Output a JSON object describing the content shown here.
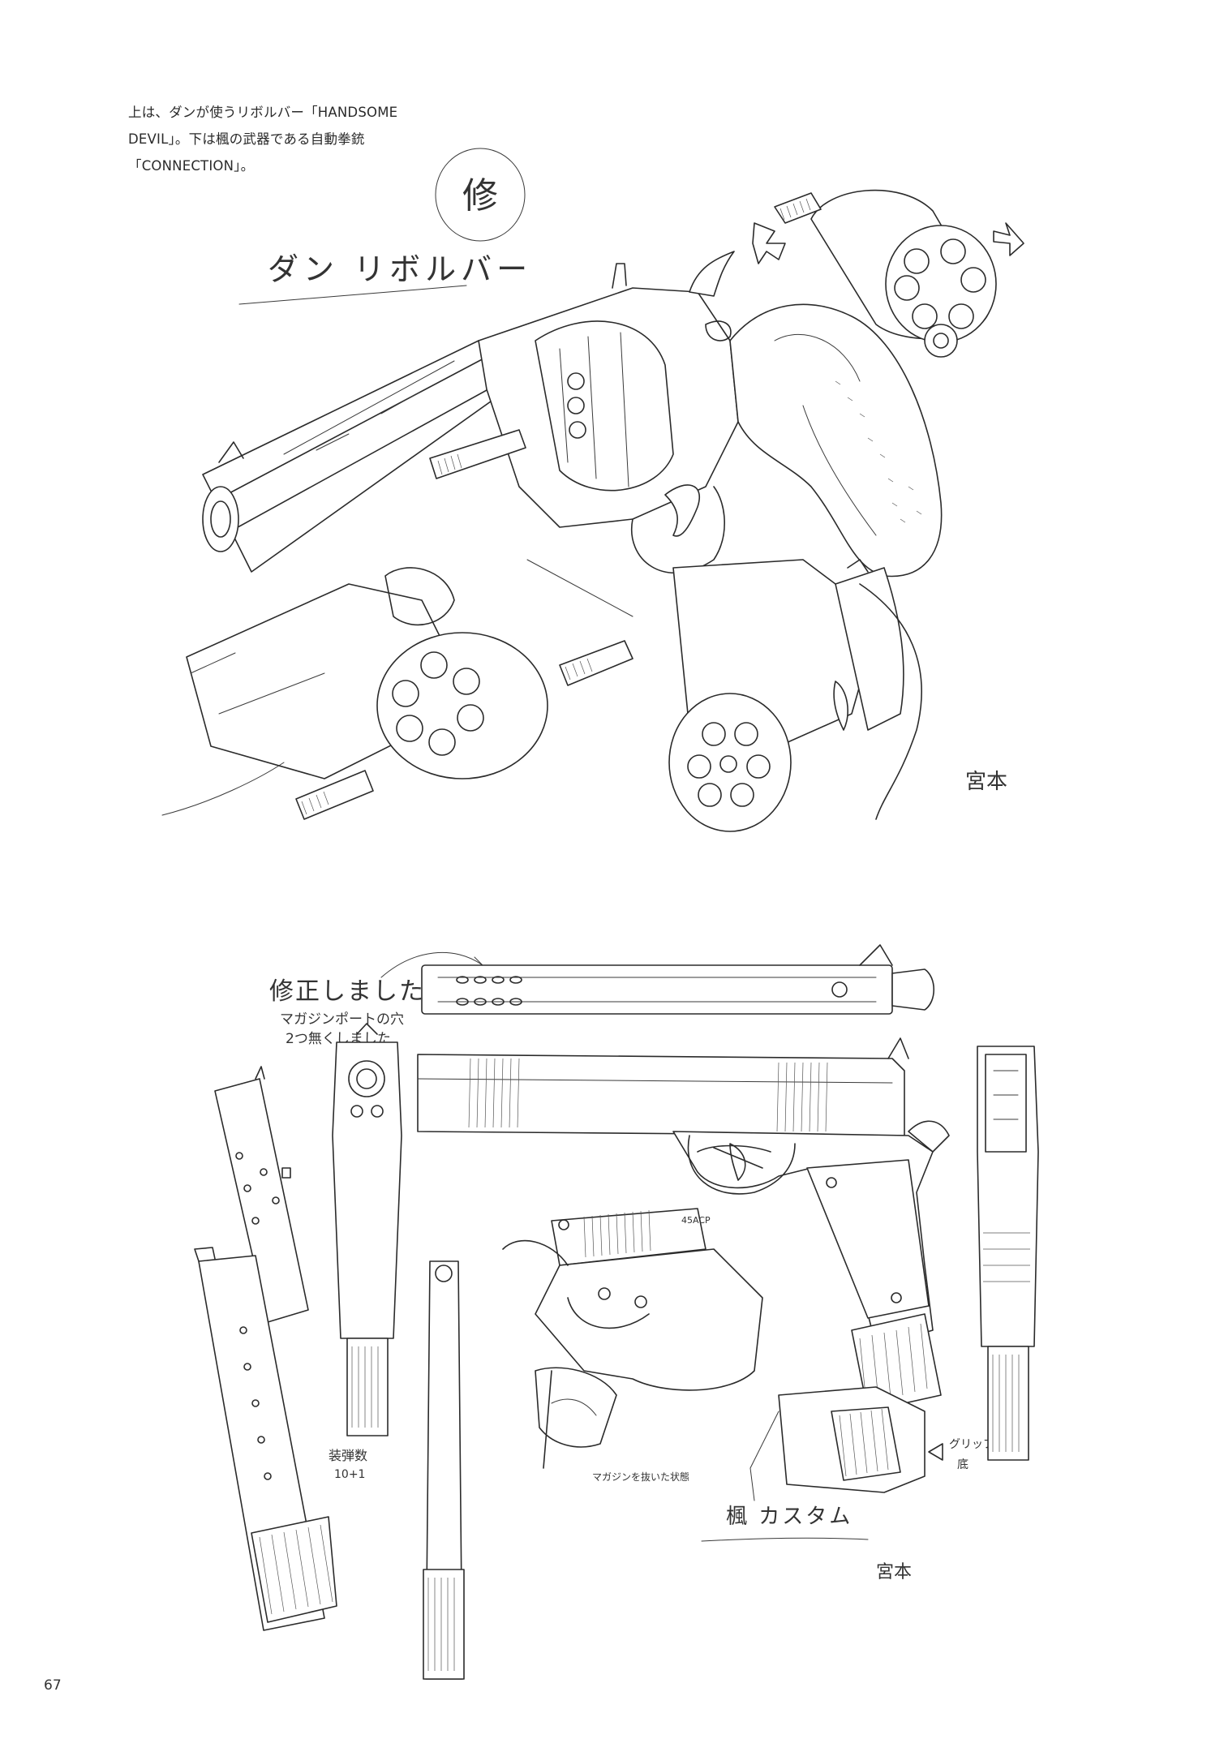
{
  "caption": {
    "line1": "上は、ダンが使うリボルバー「HANDSOME",
    "line2": "DEVIL」。下は楓の武器である自動拳銃",
    "line3": "「CONNECTION」。"
  },
  "annotations": {
    "revolver_stamp": "修",
    "revolver_title": "ダン リボルバー",
    "revolver_signature": "宮本",
    "pistol_note_1": "修正しました",
    "pistol_note_2": "マガジンポートの穴",
    "pistol_note_3": "2つ無くしました",
    "magazine_capacity_1": "装弾数",
    "magazine_capacity_2": "10+1",
    "slide_caliber": "45ACP",
    "magazine_note": "マガジンを抜いた状態",
    "grip_note_1": "グリップ",
    "grip_note_2": "底",
    "pistol_title": "楓 カスタム",
    "pistol_signature": "宮本"
  },
  "page_number": "67"
}
